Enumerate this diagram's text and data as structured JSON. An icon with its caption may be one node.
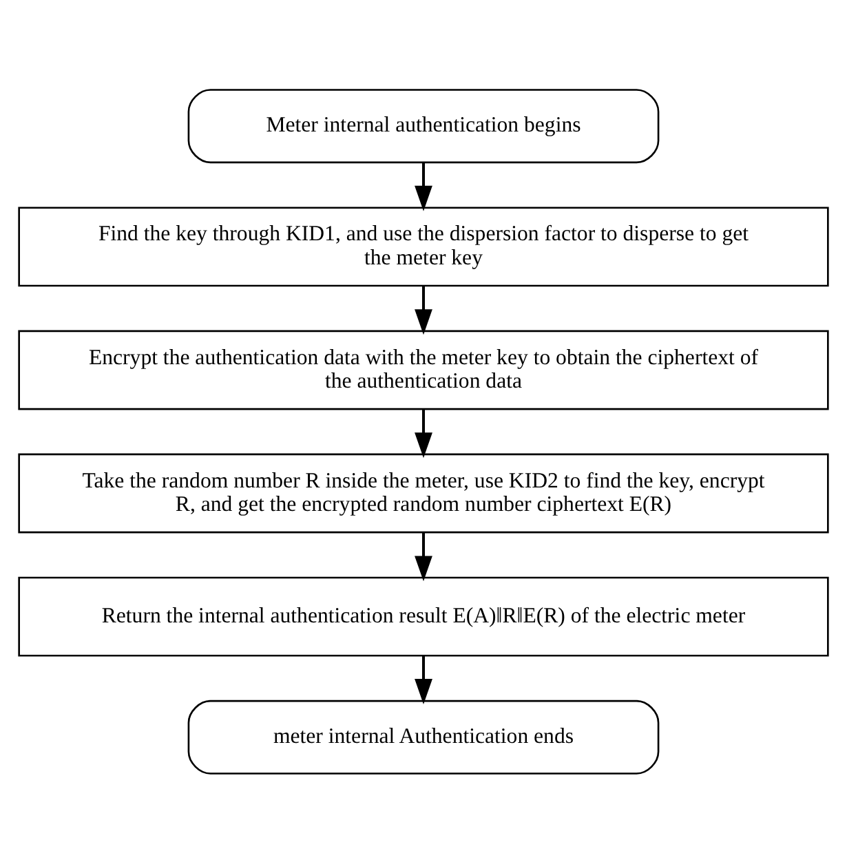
{
  "diagram": {
    "nodes": [
      {
        "text": [
          "Meter internal authentication begins"
        ]
      },
      {
        "text": [
          "Find the key through KID1, and use the dispersion factor to disperse to get the meter key"
        ]
      },
      {
        "text": [
          "Encrypt the authentication data with the meter key to obtain the ciphertext of the authentication data"
        ]
      },
      {
        "text": [
          "Take the random number R inside the meter, use KID2 to find the key, encrypt R, and get the encrypted random number ciphertext E(R)"
        ]
      },
      {
        "text": [
          "Return the internal authentication result E(A)‖R‖E(R) of the electric meter"
        ]
      },
      {
        "text": [
          "meter internal Authentication ends"
        ]
      }
    ],
    "edges": [
      {
        "from": 0,
        "to": 1,
        "arrow": "to"
      },
      {
        "from": 1,
        "to": 2,
        "arrow": "to"
      },
      {
        "from": 2,
        "to": 3,
        "arrow": "to"
      },
      {
        "from": 3,
        "to": 4,
        "arrow": "to"
      },
      {
        "from": 4,
        "to": 5,
        "arrow": "to"
      }
    ]
  }
}
